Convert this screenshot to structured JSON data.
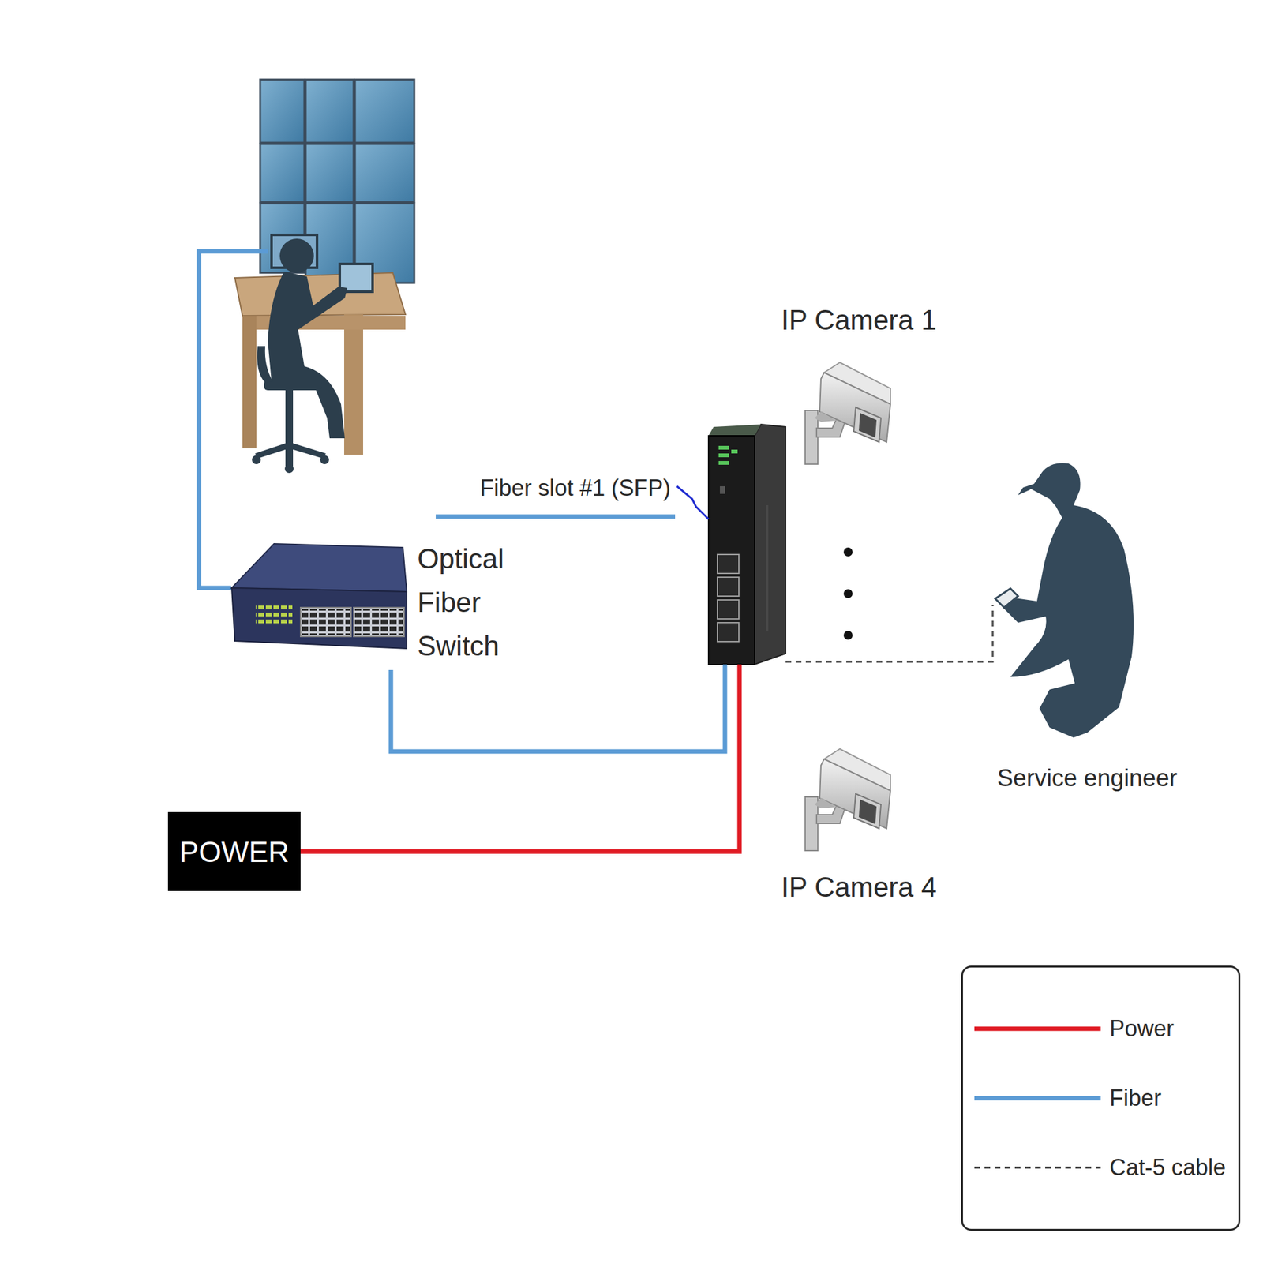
{
  "diagram": {
    "nodes": [
      {
        "text": [
          "Optical Fiber Switch"
        ]
      },
      {
        "text": [
          "Fiber slot #1 (SFP)"
        ]
      },
      {
        "text": [
          "IP Camera 1"
        ]
      },
      {
        "text": [
          "IP Camera 4"
        ]
      },
      {
        "text": [
          "Service engineer"
        ]
      },
      {
        "text": [
          "POWER"
        ]
      }
    ],
    "edges": [
      {
        "from": 5,
        "to": 1,
        "arrow": "none"
      },
      {
        "from": 0,
        "to": 1,
        "arrow": "none"
      },
      {
        "from": 1,
        "to": 4,
        "arrow": "none"
      }
    ],
    "legend": [
      {
        "text": "Power"
      },
      {
        "text": "Fiber"
      },
      {
        "text": "Cat-5 cable"
      }
    ]
  }
}
